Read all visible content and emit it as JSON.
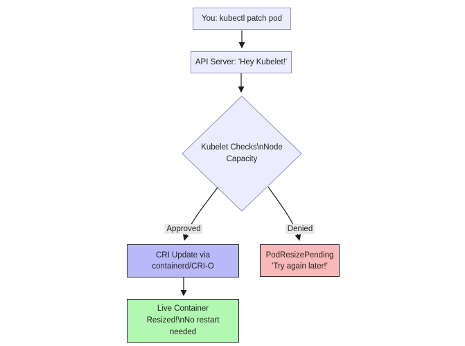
{
  "diagram": {
    "title_semantic": "kubernetes-in-place-pod-resize-flowchart",
    "background_color": "#ffffff",
    "edge_color": "#1b1b1b",
    "nodes": {
      "user_action": {
        "label": "You: kubectl patch pod",
        "shape": "rect",
        "fill": "#ECECFF",
        "border": "#9292c1"
      },
      "api_server": {
        "label": "API Server: 'Hey Kubelet!'",
        "shape": "rect",
        "fill": "#ECECFF",
        "border": "#9292c1"
      },
      "kubelet_check": {
        "lines": [
          "Kubelet Checks\\nNode",
          "Capacity"
        ],
        "shape": "diamond",
        "fill": "#ECECFF",
        "border": "#9292c1"
      },
      "cri_update": {
        "lines": [
          "CRI Update via",
          "containerd/CRI-O"
        ],
        "shape": "rect",
        "fill": "#b9b9f9",
        "border": "#2b2b2b"
      },
      "pod_resize_pending": {
        "lines": [
          "PodResizePending",
          "'Try again later!'"
        ],
        "shape": "rect",
        "fill": "#f9b9b9",
        "border": "#2b2b2b"
      },
      "live_resized": {
        "lines": [
          "Live Container",
          "Resized!\\nNo restart",
          "needed"
        ],
        "shape": "rect",
        "fill": "#b2f7b2",
        "border": "#2b2b2b"
      }
    },
    "edge_labels": {
      "approved": "Approved",
      "denied": "Denied"
    },
    "edges": [
      {
        "from": "user_action",
        "to": "api_server",
        "label": ""
      },
      {
        "from": "api_server",
        "to": "kubelet_check",
        "label": ""
      },
      {
        "from": "kubelet_check",
        "to": "cri_update",
        "label": "Approved"
      },
      {
        "from": "kubelet_check",
        "to": "pod_resize_pending",
        "label": "Denied"
      },
      {
        "from": "cri_update",
        "to": "live_resized",
        "label": ""
      }
    ]
  }
}
